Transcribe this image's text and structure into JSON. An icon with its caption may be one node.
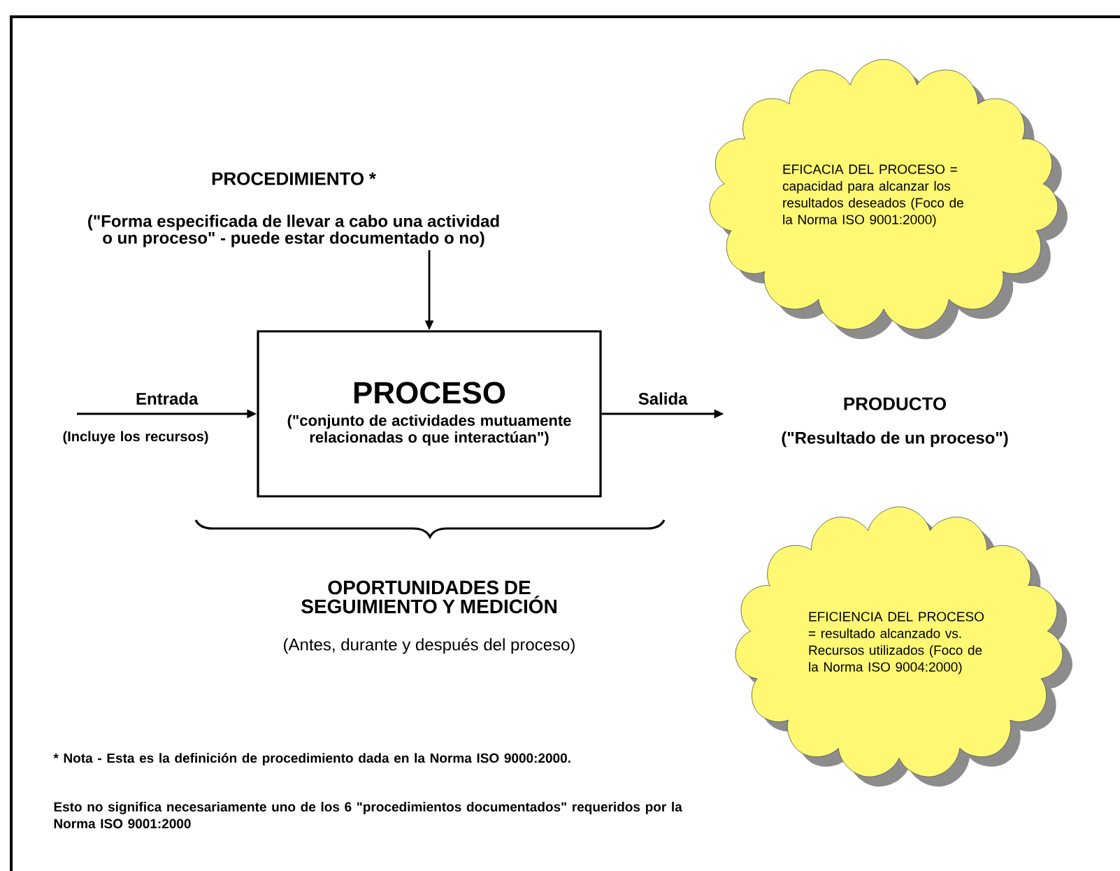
{
  "diagram": {
    "nodes": [
      {
        "text": [
          "PROCEDIMIENTO *",
          "(\"Forma especificada de llevar a cabo una actividad o un proceso\" - puede estar documentado o no)"
        ]
      },
      {
        "text": [
          "PROCESO",
          "(\"conjunto de actividades mutuamente relacionadas o que interactúan\")"
        ]
      },
      {
        "text": [
          "PRODUCTO",
          "(\"Resultado de un proceso\")"
        ]
      },
      {
        "text": [
          "EFICACIA DEL PROCESO = capacidad para alcanzar los resultados deseados (Foco de la Norma ISO 9001:2000)"
        ]
      },
      {
        "text": [
          "EFICIENCIA DEL PROCESO = resultado alcanzado vs. Recursos utilizados (Foco de la Norma ISO 9004:2000)"
        ]
      }
    ],
    "edges": [
      {
        "from": 0,
        "to": 1,
        "arrow": "to"
      },
      {
        "from": null,
        "to": 1,
        "arrow": "to",
        "label": "Entrada"
      },
      {
        "from": 1,
        "to": 2,
        "arrow": "to",
        "label": "Salida"
      }
    ],
    "labels": [
      "(Incluye los recursos)",
      "OPORTUNIDADES DE SEGUIMIENTO Y MEDICIÓN",
      "(Antes, durante y después del proceso)",
      "* Nota - Esta es la definición de procedimiento dada en la Norma ISO 9000:2000.",
      "Esto no significa necesariamente uno de los 6 \"procedimientos documentados\" requeridos por la Norma ISO 9001:2000"
    ]
  }
}
